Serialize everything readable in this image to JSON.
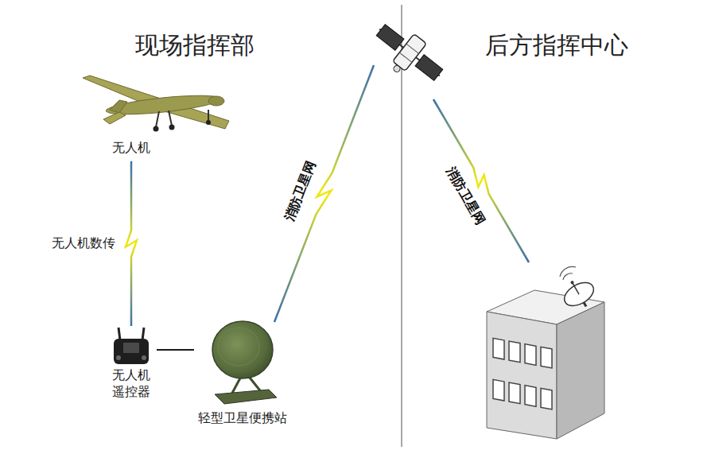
{
  "diagram": {
    "nodes": [
      {
        "text": [
          "无人机"
        ]
      },
      {
        "text": [
          "无人机 遥控器"
        ]
      },
      {
        "text": [
          "轻型卫星便携站"
        ]
      }
    ],
    "edges": [
      {
        "from": 0,
        "to": 1,
        "arrow": "none",
        "label": "无人机数传"
      },
      {
        "from": 1,
        "to": 2,
        "arrow": "none"
      }
    ],
    "labels": [
      "现场指挥部",
      "后方指挥中心",
      "消防卫星网",
      "消防卫星网"
    ]
  }
}
